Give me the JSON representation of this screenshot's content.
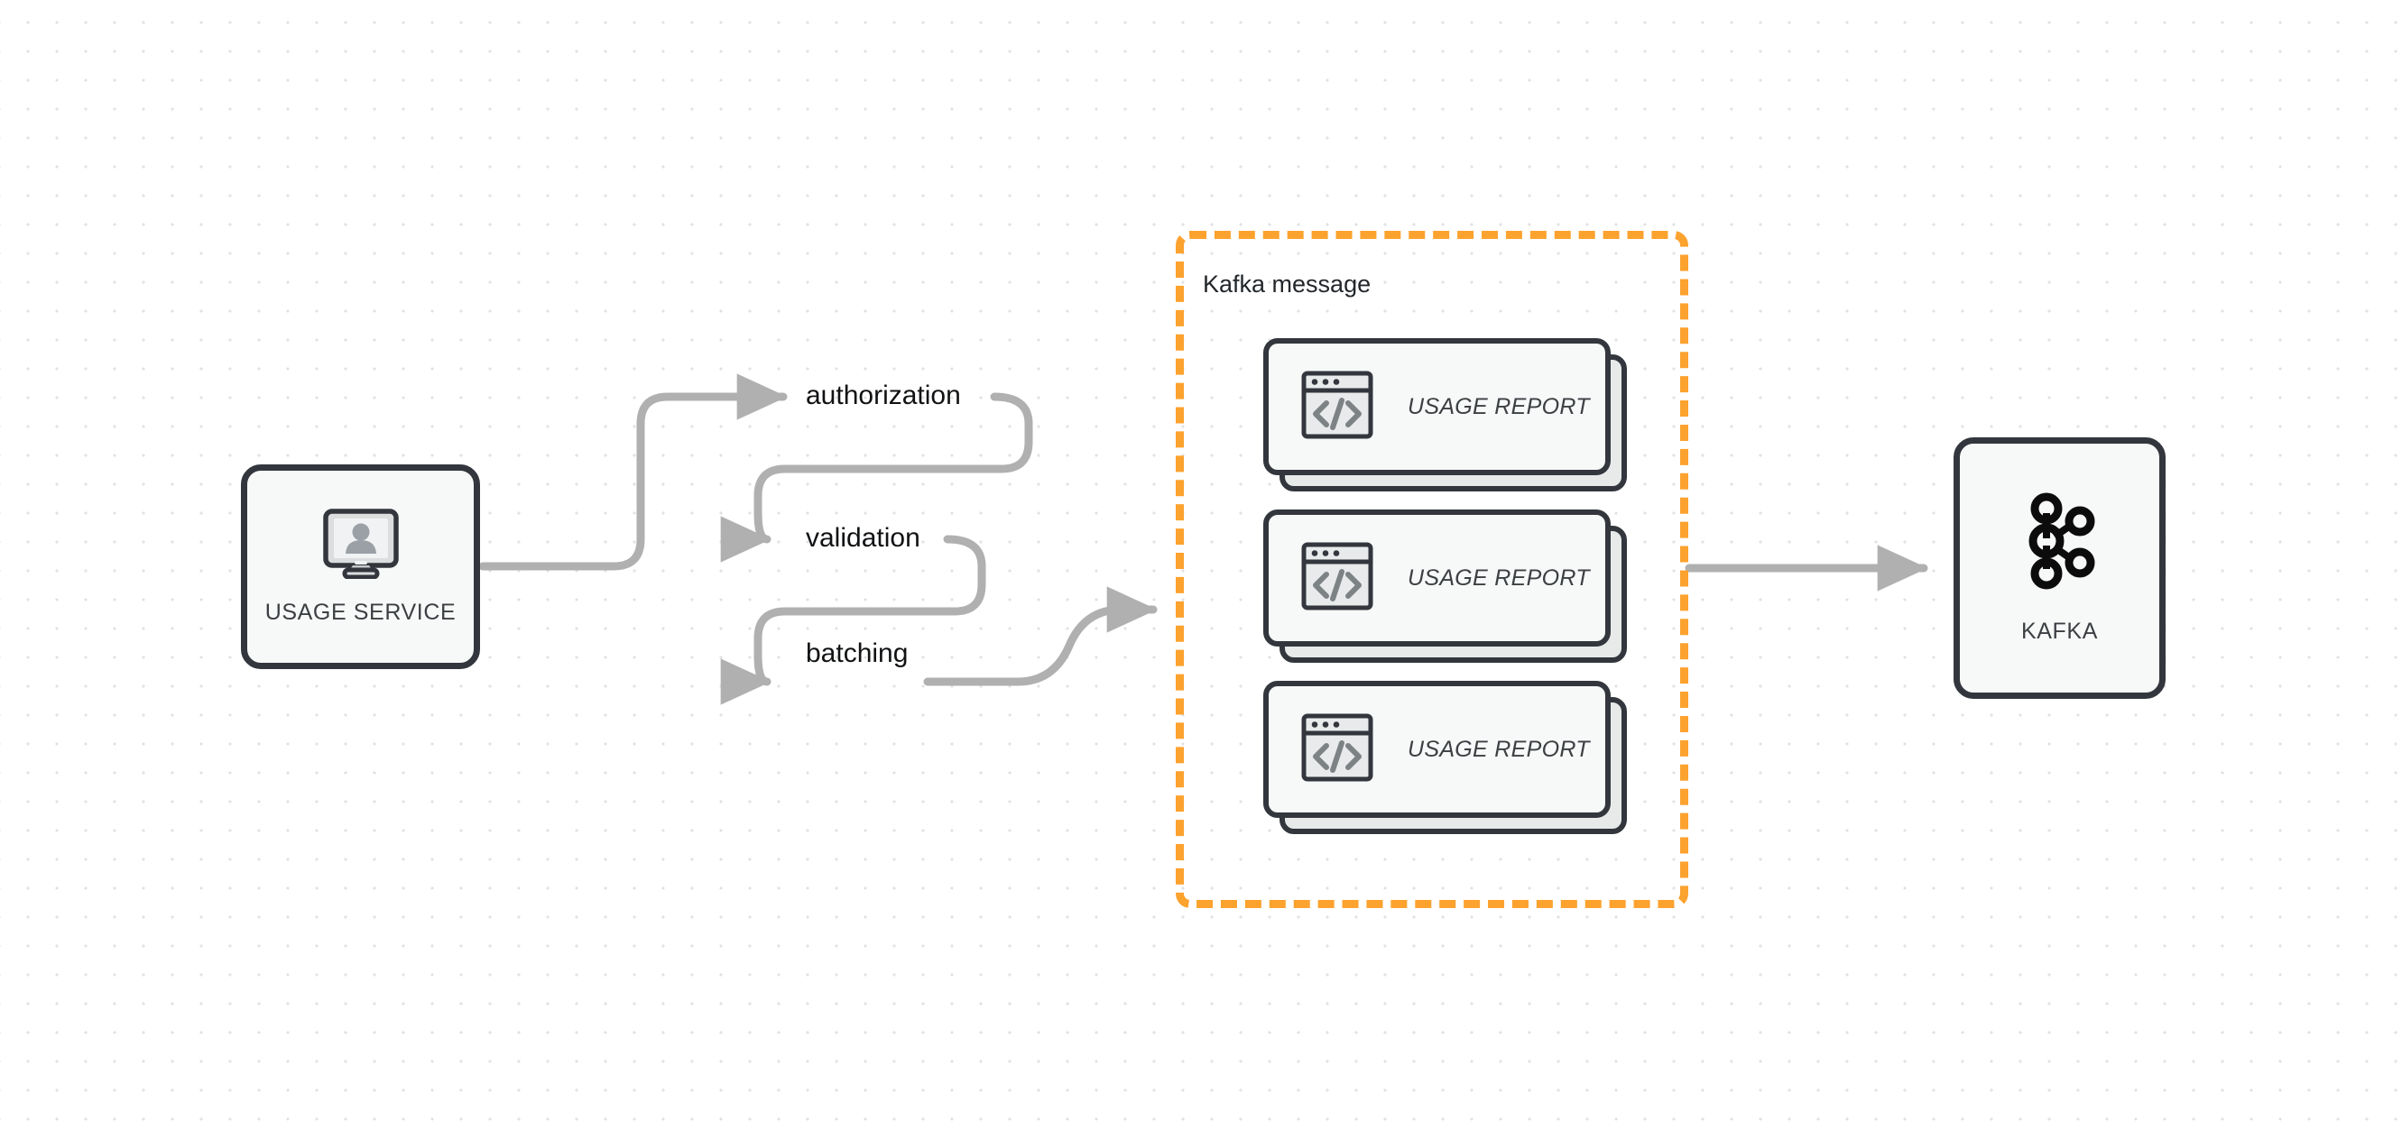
{
  "diagram": {
    "title": "Usage service to Kafka pipeline",
    "background": "#ffffff",
    "dot_grid_color": "#e2e2e2",
    "accent_orange": "#fca22e",
    "node_stroke": "#33373d",
    "node_fill": "#f7f8f8",
    "edge_color": "#b0b0b0"
  },
  "source_node": {
    "label": "USAGE SERVICE",
    "icon": "monitor-user-icon"
  },
  "pipeline": {
    "steps": [
      {
        "label": "authorization"
      },
      {
        "label": "validation"
      },
      {
        "label": "batching"
      }
    ]
  },
  "kafka_message_group": {
    "title": "Kafka message",
    "border_style": "dashed",
    "border_color": "#fca22e",
    "cards": [
      {
        "label": "USAGE REPORT",
        "icon": "code-window-icon"
      },
      {
        "label": "USAGE REPORT",
        "icon": "code-window-icon"
      },
      {
        "label": "USAGE REPORT",
        "icon": "code-window-icon"
      }
    ]
  },
  "target_node": {
    "label": "KAFKA",
    "icon": "kafka-logo-icon"
  }
}
